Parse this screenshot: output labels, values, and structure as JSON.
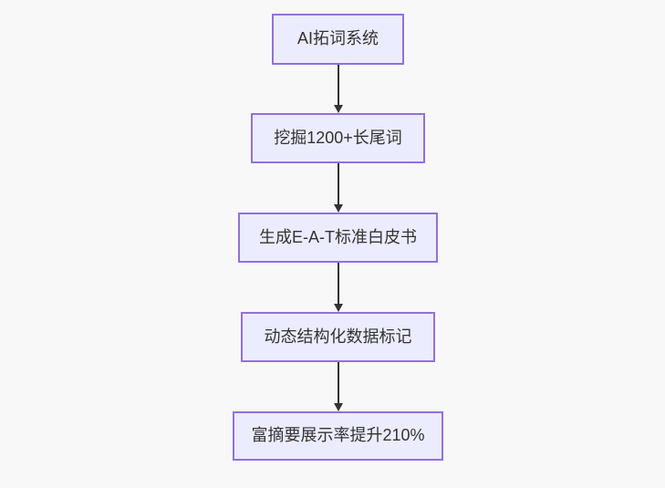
{
  "diagram": {
    "type": "flowchart-top-down",
    "colors": {
      "background": "#f8f8f8",
      "node_fill": "#ECECFF",
      "node_border": "#9370DB",
      "text_color": "#333333",
      "arrow_color": "#333333"
    },
    "nodes": [
      {
        "id": "n1",
        "label": "AI拓词系统"
      },
      {
        "id": "n2",
        "label": "挖掘1200+长尾词"
      },
      {
        "id": "n3",
        "label": "生成E-A-T标准白皮书"
      },
      {
        "id": "n4",
        "label": "动态结构化数据标记"
      },
      {
        "id": "n5",
        "label": "富摘要展示率提升210%"
      }
    ],
    "edges": [
      {
        "from": "n1",
        "to": "n2"
      },
      {
        "from": "n2",
        "to": "n3"
      },
      {
        "from": "n3",
        "to": "n4"
      },
      {
        "from": "n4",
        "to": "n5"
      }
    ]
  }
}
